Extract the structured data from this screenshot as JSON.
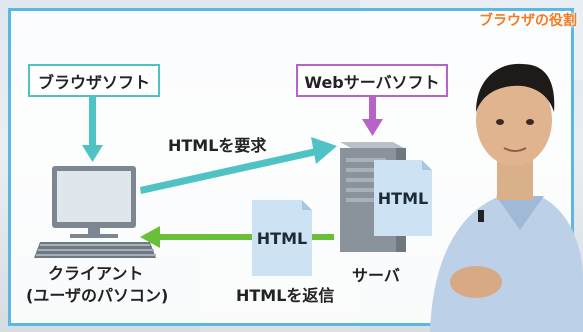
{
  "corner_title": "ブラウザの役割",
  "browser_box": "ブラウザソフト",
  "webserver_box": "Webサーバソフト",
  "request_label": "HTMLを要求",
  "response_label": "HTMLを返信",
  "server_doc": "HTML",
  "reply_doc": "HTML",
  "client_label_1": "クライアント",
  "client_label_2": "(ユーザのパソコン)",
  "server_label": "サーバ",
  "colors": {
    "frame_border": "#5bb8e0",
    "browser_arrow": "#4fc3c3",
    "webserver_arrow": "#b764c8",
    "request_arrow": "#4fc3c3",
    "response_arrow": "#6abf3a",
    "title": "#f47b20"
  }
}
